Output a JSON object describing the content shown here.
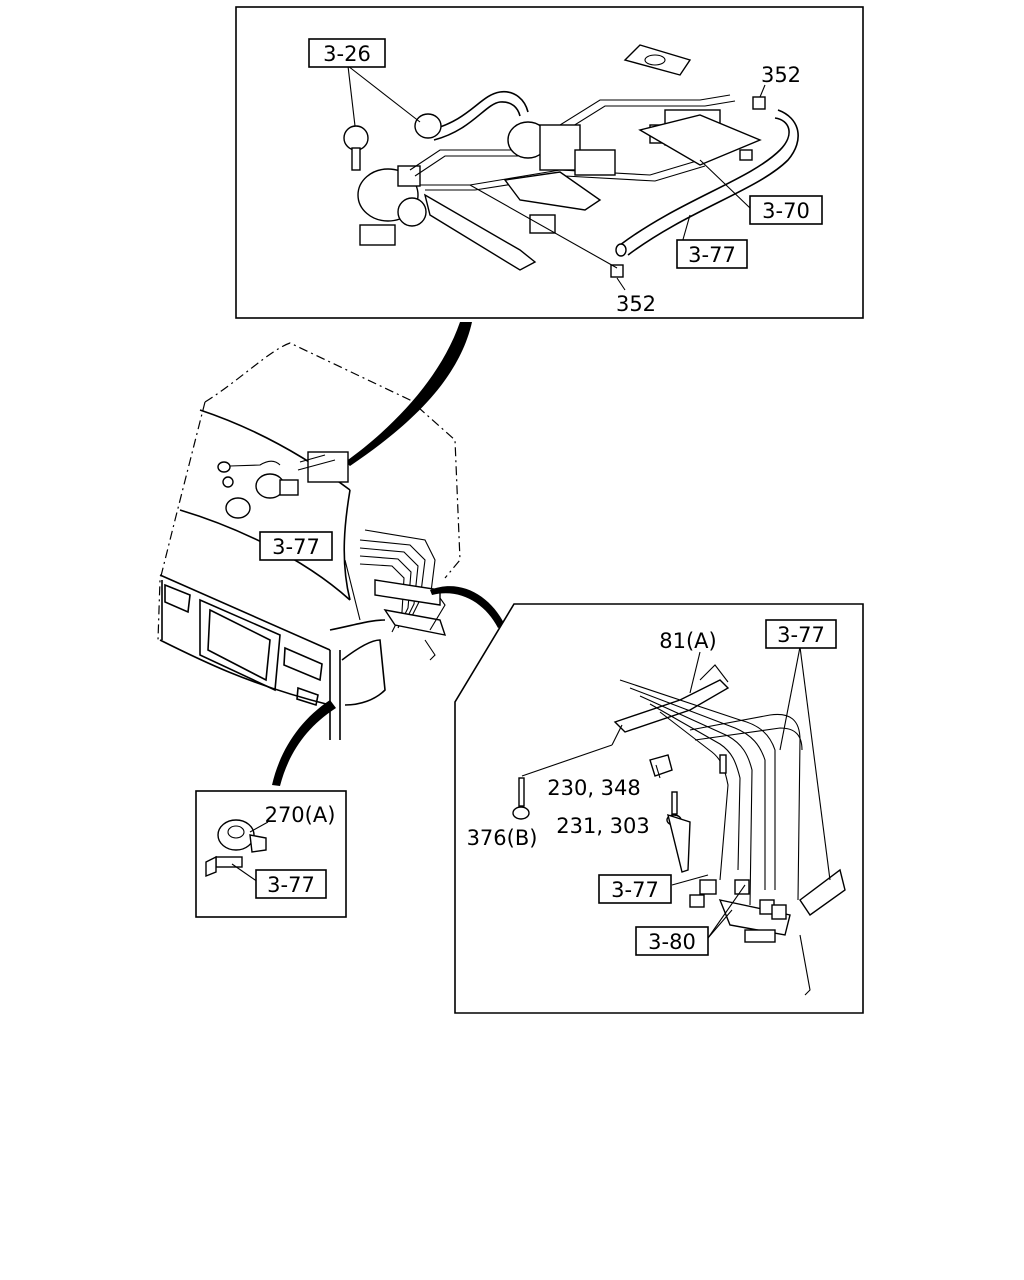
{
  "callouts": {
    "top_ref_326": "3-26",
    "top_ref_352_a": "352",
    "top_ref_370": "3-70",
    "top_ref_377": "3-77",
    "top_ref_352_b": "352",
    "cab_ref_377": "3-77",
    "left_ref_270a": "270(A)",
    "left_ref_377": "3-77",
    "right_ref_81a": "81(A)",
    "right_ref_377_top": "3-77",
    "right_ref_230": "230, 348",
    "right_ref_231": "231, 303",
    "right_ref_376b": "376(B)",
    "right_ref_377_mid": "3-77",
    "right_ref_380": "3-80"
  }
}
